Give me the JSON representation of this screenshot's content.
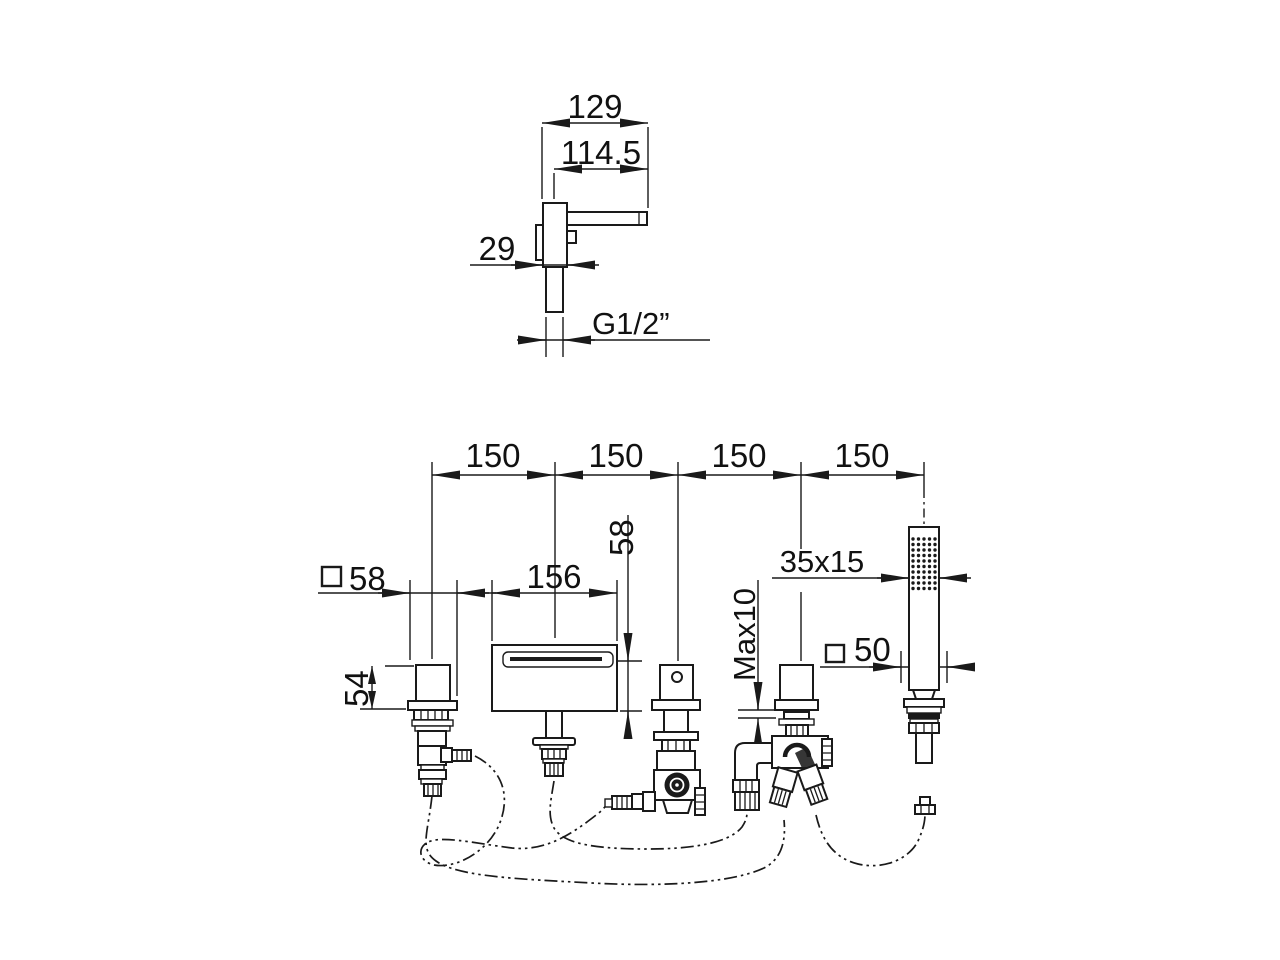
{
  "drawing": {
    "type": "technical-dimension-drawing",
    "units": "mm",
    "line_color": "#1a1a1a",
    "background": "#ffffff",
    "detail_view": {
      "dim_overall_width": "129",
      "dim_lever_length": "114.5",
      "dim_body_width": "29",
      "thread_label": "G1/2”"
    },
    "deck_view": {
      "hole_spacing": [
        "150",
        "150",
        "150",
        "150"
      ],
      "valve_escutcheon_square": "58",
      "spout_width": "156",
      "spout_height": "58",
      "valve_handle_height": "54",
      "max_deck_thickness": "Max10",
      "handshower_section": "35x15",
      "holder_escutcheon_square": "50"
    },
    "icons": {
      "square_symbol": "□"
    }
  }
}
